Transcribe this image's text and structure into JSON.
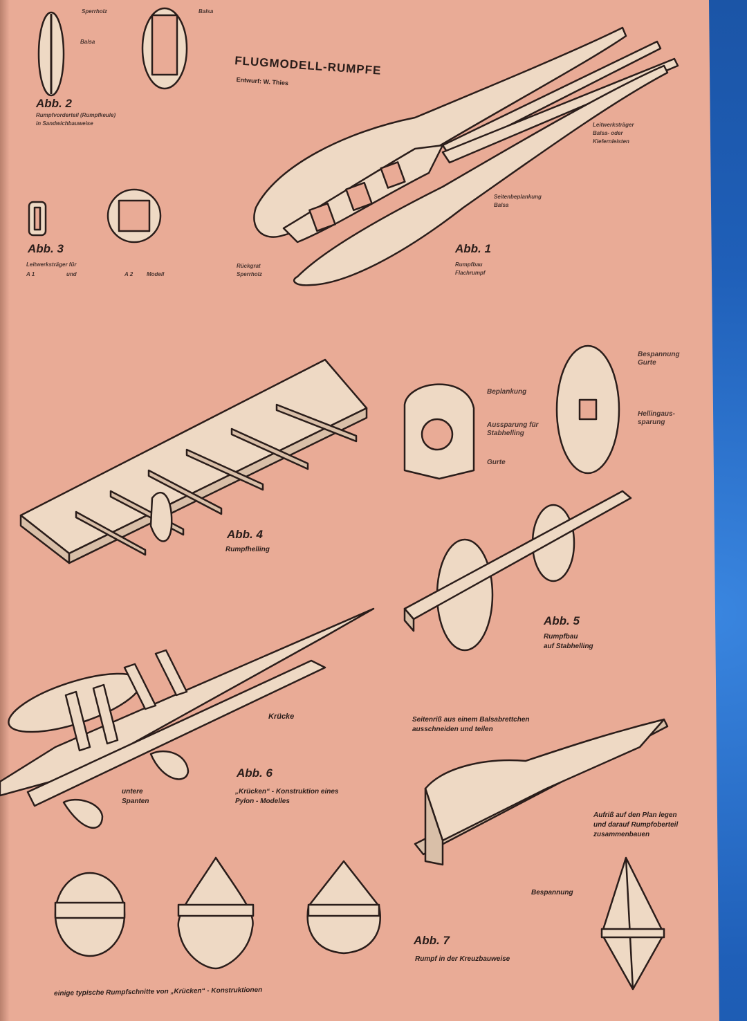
{
  "page": {
    "title": "FLUGMODELL-RUMPFE",
    "author": "Entwurf: W. Thies"
  },
  "figures": {
    "abb2": {
      "label": "Abb. 2",
      "caption": [
        "Rumpfvorderteil (Rumpfkeule)",
        "in Sandwichbauweise"
      ],
      "parts": {
        "sperrholz": "Sperrholz",
        "balsa_top": "Balsa",
        "balsa_mid": "Balsa"
      }
    },
    "abb3": {
      "label": "Abb. 3",
      "caption": [
        "Leitwerksträger für",
        "A 1",
        "und",
        "A 2",
        "Modell"
      ]
    },
    "abb1": {
      "label": "Abb. 1",
      "caption": [
        "Rumpfbau",
        "Flachrumpf"
      ],
      "parts": {
        "leitwerk": [
          "Leitwerksträger",
          "Balsa- oder",
          "Kiefernleisten"
        ],
        "seiten": [
          "Seitenbeplankung",
          "Balsa"
        ],
        "rueckgrat": [
          "Rückgrat",
          "Sperrholz"
        ]
      }
    },
    "abb4": {
      "label": "Abb. 4",
      "caption": "Rumpfhelling"
    },
    "spant": {
      "beplankung": "Beplankung",
      "aussparung": [
        "Aussparung für",
        "Stabhelling"
      ],
      "gurte": "Gurte",
      "bespannung": "Bespannung",
      "gurte2": "Gurte",
      "helling": [
        "Hellingaus-",
        "sparung"
      ]
    },
    "abb5": {
      "label": "Abb. 5",
      "caption": [
        "Rumpfbau",
        "auf Stabhelling"
      ]
    },
    "abb6": {
      "label": "Abb. 6",
      "caption": [
        "„Krücken“ - Konstruktion eines",
        "Pylon - Modelles"
      ],
      "kruecke": "Krücke",
      "spanten": [
        "untere",
        "Spanten"
      ]
    },
    "abb7": {
      "label": "Abb. 7",
      "caption": "Rumpf in der Kreuzbauweise",
      "note1": [
        "Seitenriß aus einem Balsabrettchen",
        "ausschneiden und teilen"
      ],
      "note2": [
        "Aufriß auf den Plan legen",
        "und darauf Rumpfoberteil",
        "zusammenbauen"
      ],
      "bespannung": "Bespannung"
    },
    "sections_caption": "einige typische Rumpfschnitte von „Krücken“ - Konstruktionen"
  },
  "colors": {
    "paper": "#e9ab96",
    "wood": "#eed9c4",
    "ink": "#2a1d1a",
    "cloth": "#1f5fb8"
  }
}
